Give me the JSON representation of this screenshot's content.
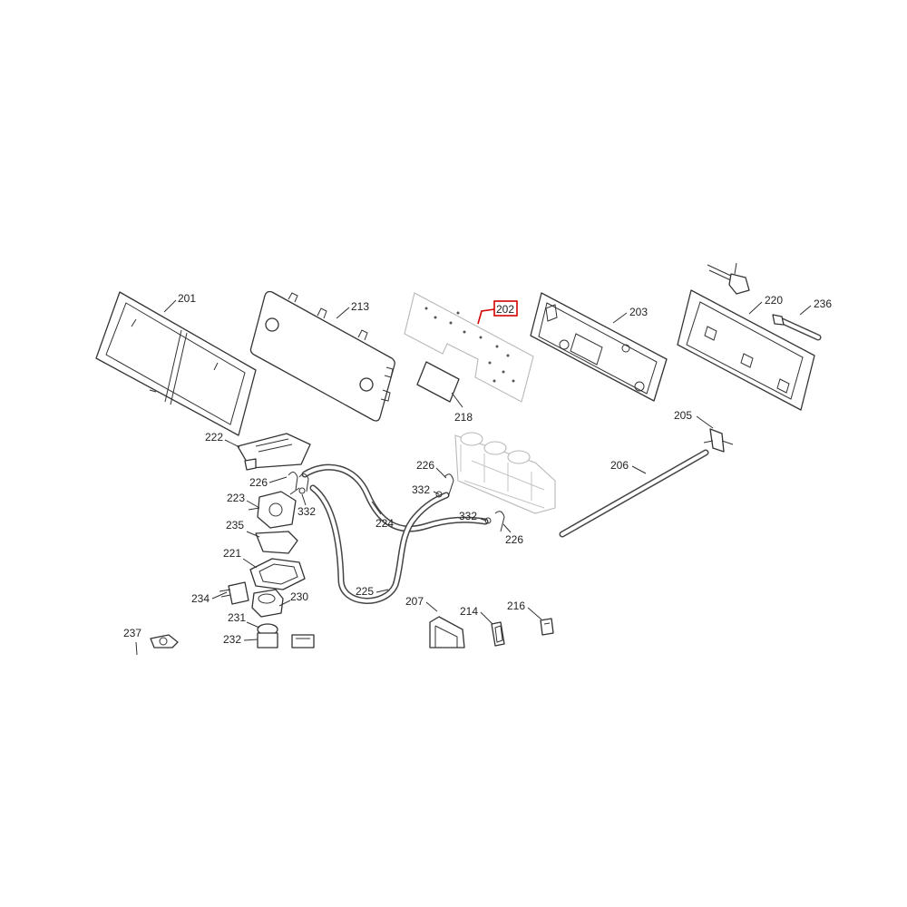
{
  "diagram": {
    "callouts": [
      "201",
      "213",
      "202",
      "203",
      "220",
      "236",
      "218",
      "205",
      "222",
      "226",
      "206",
      "226",
      "223",
      "332",
      "332",
      "332",
      "224",
      "235",
      "226",
      "221",
      "225",
      "234",
      "230",
      "207",
      "214",
      "216",
      "231",
      "237",
      "232"
    ]
  },
  "colors": {
    "line": "#333333",
    "highlight": "#d40000",
    "faint_part": "#b8b8b8",
    "background": "#ffffff"
  }
}
